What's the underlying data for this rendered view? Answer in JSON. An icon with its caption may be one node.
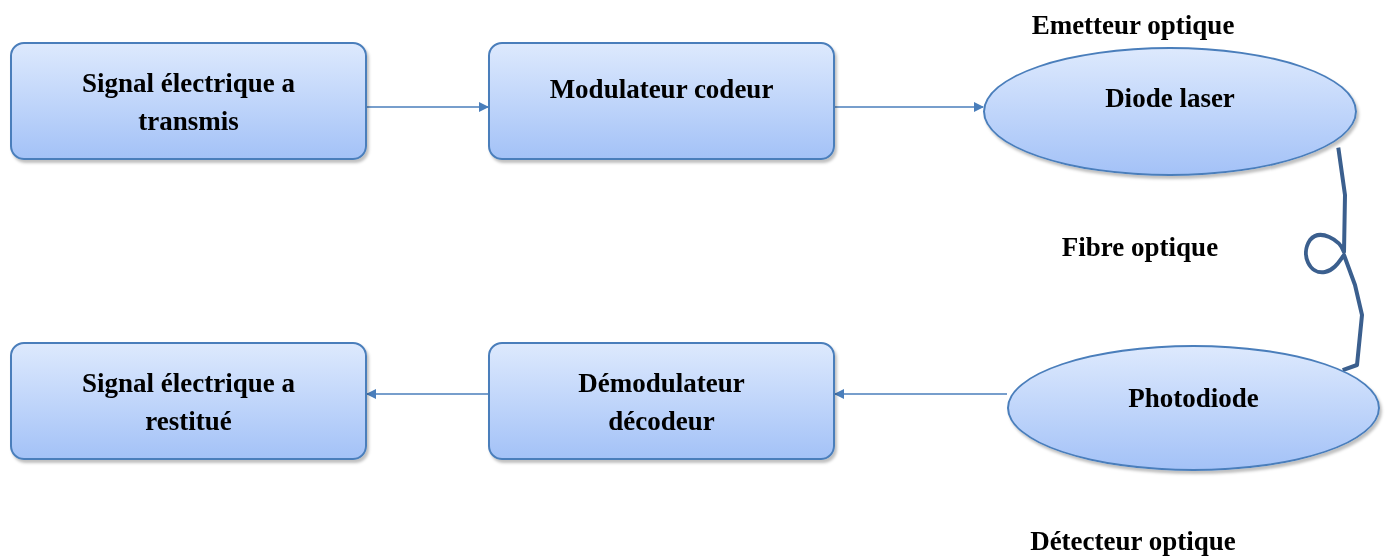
{
  "diagram": {
    "nodes": [
      {
        "text": [
          "Signal électrique a transmis"
        ]
      },
      {
        "text": [
          "Modulateur codeur"
        ]
      },
      {
        "text": [
          "Diode laser"
        ],
        "beside": [
          "Emetteur optique"
        ]
      },
      {
        "text": [
          "Photodiode"
        ],
        "beside": [
          "Détecteur optique"
        ]
      },
      {
        "text": [
          "Démodulateur décodeur"
        ]
      },
      {
        "text": [
          "Signal électrique a restitué"
        ]
      }
    ],
    "edges": [
      {
        "from": 0,
        "to": 1,
        "arrow": "to"
      },
      {
        "from": 1,
        "to": 2,
        "arrow": "to"
      },
      {
        "from": 2,
        "to": 3,
        "arrow": "none",
        "label": "Fibre optique",
        "style": "thick",
        "color": "#3b5f8e"
      },
      {
        "from": 3,
        "to": 4,
        "arrow": "to"
      },
      {
        "from": 4,
        "to": 5,
        "arrow": "to"
      }
    ]
  }
}
